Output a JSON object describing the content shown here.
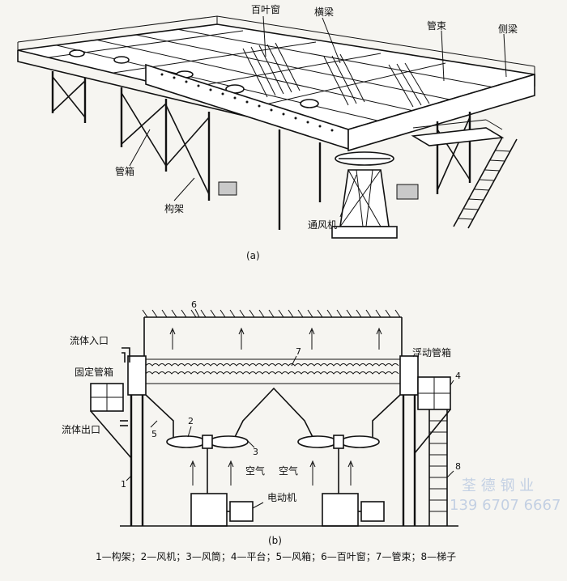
{
  "figure_a": {
    "caption": "(a)",
    "labels": {
      "louver": "百叶窗",
      "cross_beam": "横梁",
      "tube_bundle": "管束",
      "side_beam": "侧梁",
      "header_box": "管箱",
      "frame": "构架",
      "fan": "通风机"
    }
  },
  "figure_b": {
    "caption": "(b)",
    "labels": {
      "fluid_inlet": "流体入口",
      "fixed_header": "固定管箱",
      "fluid_outlet": "流体出口",
      "floating_header": "浮动管箱",
      "air_left": "空气",
      "air_right": "空气",
      "motor": "电动机"
    },
    "numbers": [
      "1",
      "2",
      "3",
      "4",
      "5",
      "6",
      "7",
      "8"
    ],
    "legend": "1—构架；2—风机；3—风筒；4—平台；5—风箱；6—百叶窗；7—管束；8—梯子"
  },
  "watermark": {
    "line1": "荃 德 钢 业",
    "line2": "139 6707 6667"
  }
}
